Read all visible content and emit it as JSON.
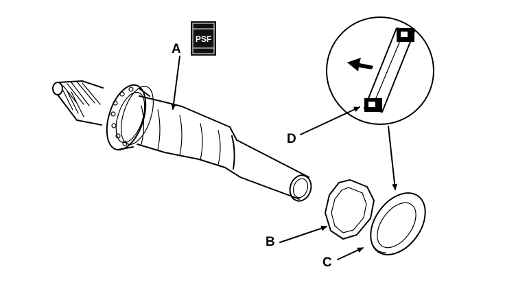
{
  "diagram": {
    "badge": "PSF",
    "labels": {
      "a": "A",
      "b": "B",
      "c": "C",
      "d": "D"
    }
  }
}
